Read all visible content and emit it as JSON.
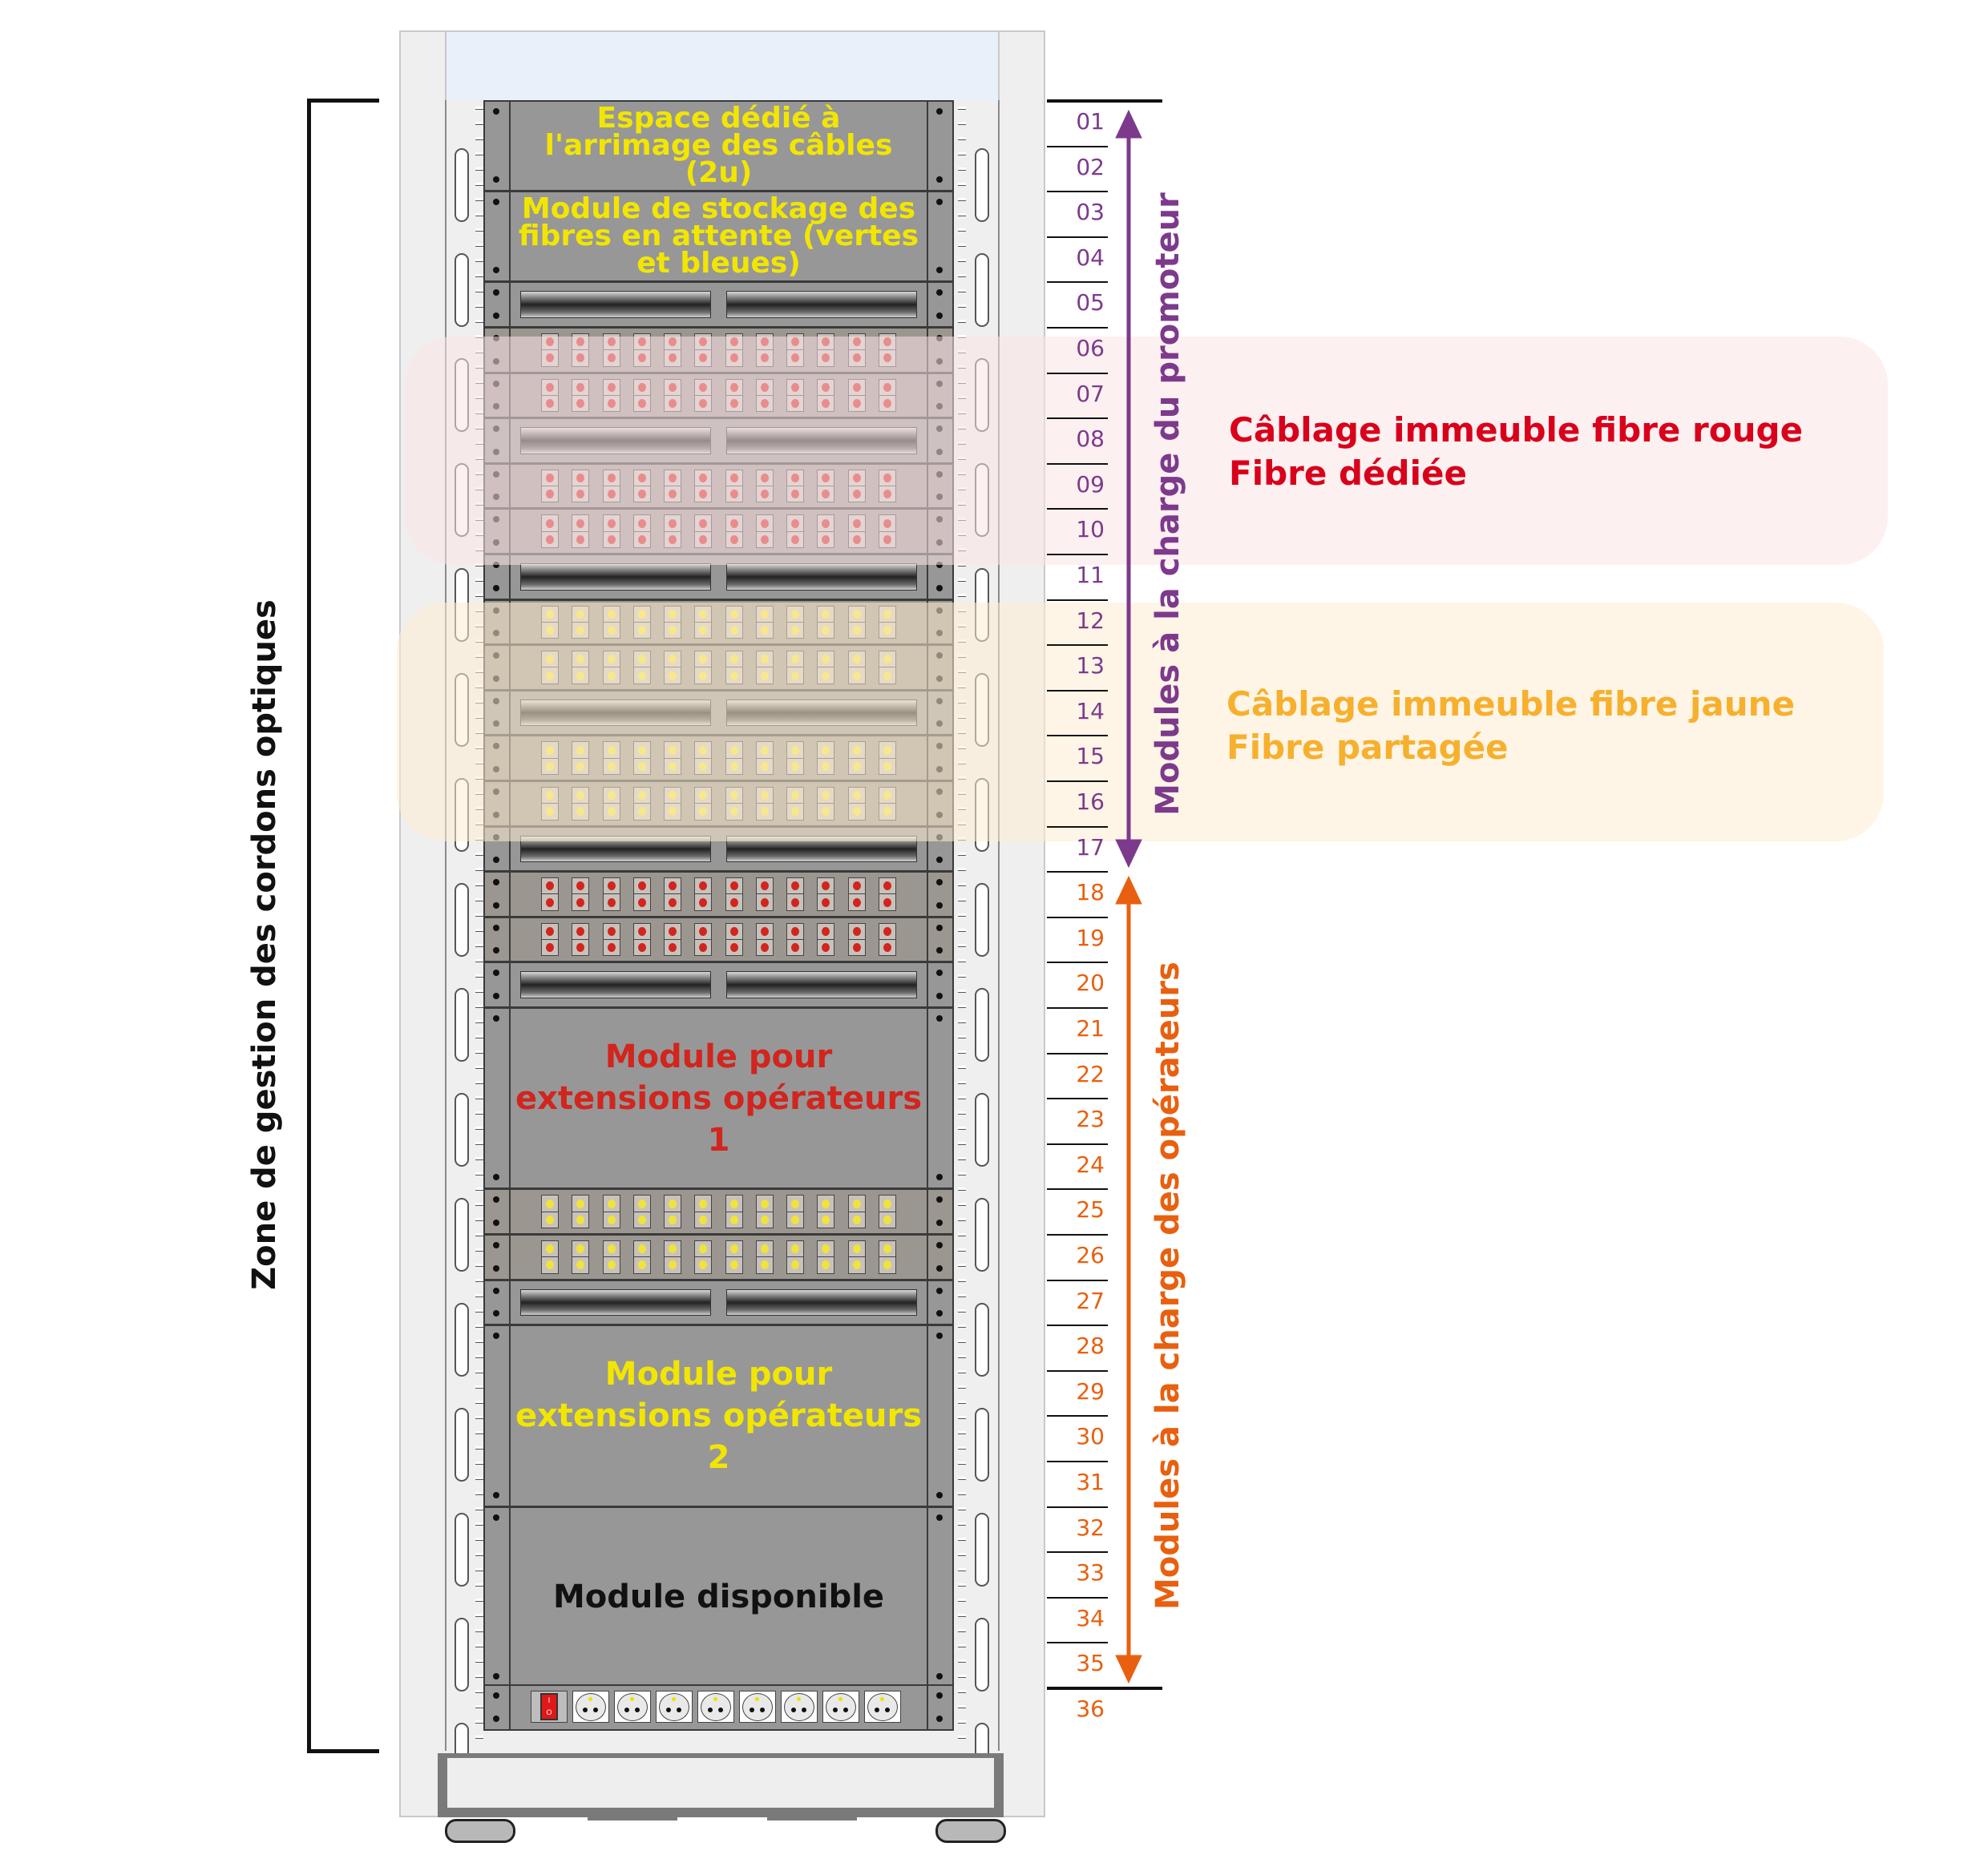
{
  "diagram": {
    "left_zone_label": "Zone de gestion des cordons optiques",
    "promoter_label": "Modules à la charge du promoteur",
    "operators_label": "Modules à la charge des opérateurs",
    "colors": {
      "promoter": "#7d3a8c",
      "operators": "#e8600f",
      "red_fiber": "#d9001b",
      "yellow_fiber": "#f7b02e",
      "module_yellow_text": "#f2e600",
      "module_red_text": "#d1251e",
      "red_band": "#fbe3e6",
      "yellow_band": "#fef5e8",
      "port_red": "#d1251e",
      "port_yellow": "#f0e33a"
    }
  },
  "callouts": {
    "red": {
      "line1": "Câblage immeuble fibre rouge",
      "line2": "Fibre dédiée"
    },
    "yellow": {
      "line1": "Câblage immeuble fibre jaune",
      "line2": "Fibre partagée"
    }
  },
  "ruler": {
    "units": [
      "01",
      "02",
      "03",
      "04",
      "05",
      "06",
      "07",
      "08",
      "09",
      "10",
      "11",
      "12",
      "13",
      "14",
      "15",
      "16",
      "17",
      "18",
      "19",
      "20",
      "21",
      "22",
      "23",
      "24",
      "25",
      "26",
      "27",
      "28",
      "29",
      "30",
      "31",
      "32",
      "33",
      "34",
      "35",
      "36"
    ],
    "promoter_range": [
      1,
      17
    ],
    "operator_range": [
      18,
      36
    ]
  },
  "modules": [
    {
      "type": "text",
      "start": 1,
      "size": 2,
      "label": "Espace dédié à l'arrimage des câbles (2u)",
      "text_color": "yellow"
    },
    {
      "type": "text",
      "start": 3,
      "size": 2,
      "label": "Module de stockage des fibres en attente (vertes et bleues)",
      "text_color": "yellow"
    },
    {
      "type": "guide",
      "start": 5,
      "size": 1
    },
    {
      "type": "ports",
      "start": 6,
      "size": 1,
      "color": "red",
      "ports": 12
    },
    {
      "type": "ports",
      "start": 7,
      "size": 1,
      "color": "red",
      "ports": 12
    },
    {
      "type": "guide",
      "start": 8,
      "size": 1
    },
    {
      "type": "ports",
      "start": 9,
      "size": 1,
      "color": "red",
      "ports": 12
    },
    {
      "type": "ports",
      "start": 10,
      "size": 1,
      "color": "red",
      "ports": 12
    },
    {
      "type": "guide",
      "start": 11,
      "size": 1
    },
    {
      "type": "ports",
      "start": 12,
      "size": 1,
      "color": "yellow",
      "ports": 12
    },
    {
      "type": "ports",
      "start": 13,
      "size": 1,
      "color": "yellow",
      "ports": 12
    },
    {
      "type": "guide",
      "start": 14,
      "size": 1
    },
    {
      "type": "ports",
      "start": 15,
      "size": 1,
      "color": "yellow",
      "ports": 12
    },
    {
      "type": "ports",
      "start": 16,
      "size": 1,
      "color": "yellow",
      "ports": 12
    },
    {
      "type": "guide",
      "start": 17,
      "size": 1
    },
    {
      "type": "ports",
      "start": 18,
      "size": 1,
      "color": "red",
      "ports": 12
    },
    {
      "type": "ports",
      "start": 19,
      "size": 1,
      "color": "red",
      "ports": 12
    },
    {
      "type": "guide",
      "start": 20,
      "size": 1
    },
    {
      "type": "text",
      "start": 21,
      "size": 4,
      "label": "Module pour extensions opérateurs 1",
      "text_color": "red"
    },
    {
      "type": "ports",
      "start": 25,
      "size": 1,
      "color": "yellow",
      "ports": 12
    },
    {
      "type": "ports",
      "start": 26,
      "size": 1,
      "color": "yellow",
      "ports": 12
    },
    {
      "type": "guide",
      "start": 27,
      "size": 1
    },
    {
      "type": "text",
      "start": 28,
      "size": 4,
      "label": "Module pour extensions opérateurs 2",
      "text_color": "yellow"
    },
    {
      "type": "text",
      "start": 32,
      "size": 4,
      "label": "Module disponible",
      "text_color": "black"
    },
    {
      "type": "pdu",
      "start": 36,
      "size": 1,
      "switch_on": "I",
      "switch_off": "O",
      "outlets": 8
    }
  ]
}
